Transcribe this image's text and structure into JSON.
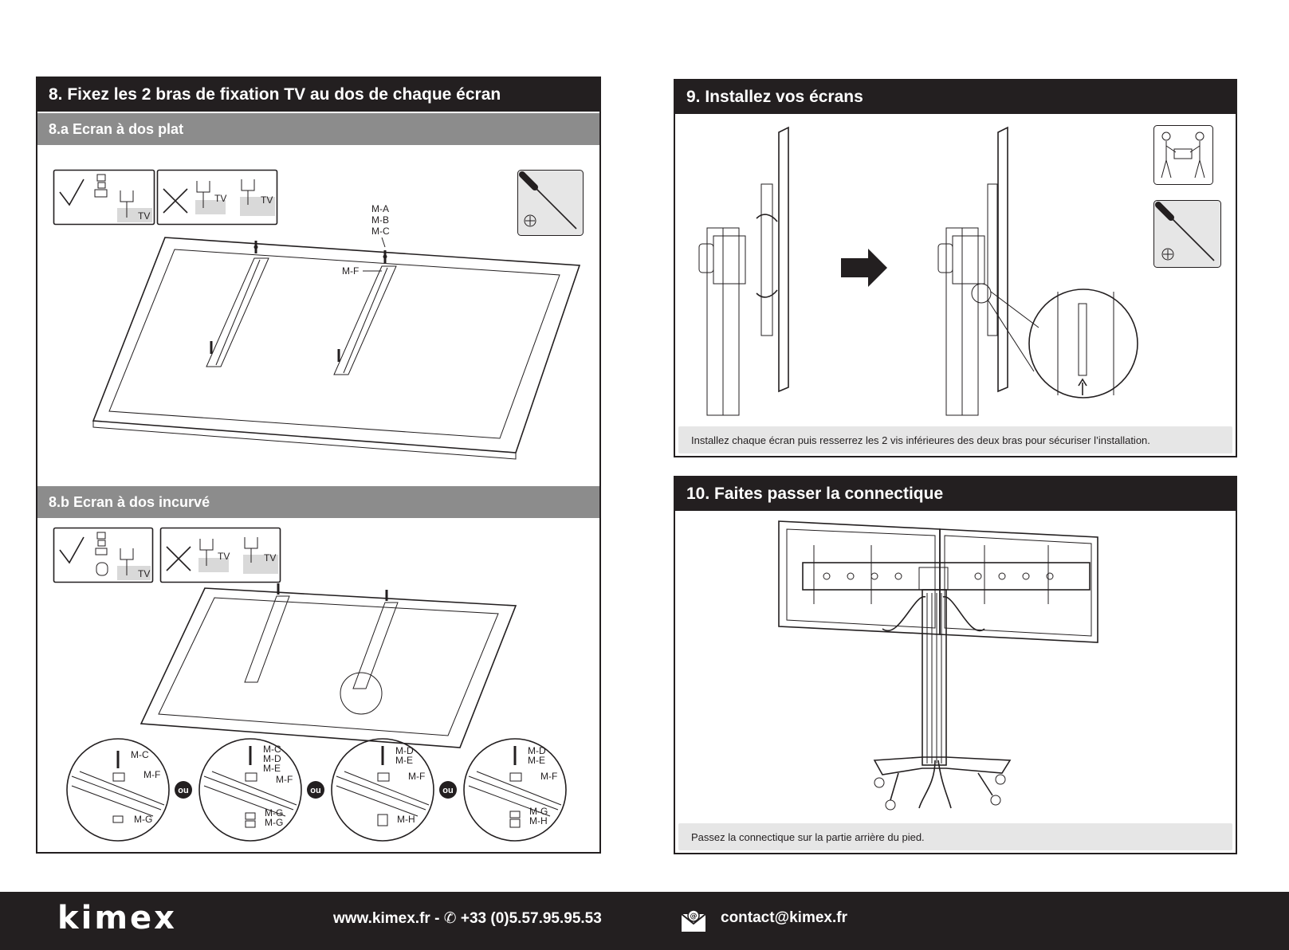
{
  "step8": {
    "title": "8. Fixez les 2 bras de fixation TV au dos de chaque écran",
    "sub_a": "8.a Ecran à dos plat",
    "sub_b": "8.b Ecran à dos incurvé",
    "tv_tag": "TV",
    "labels_top": [
      "M-A",
      "M-B",
      "M-C"
    ],
    "label_mf": "M-F",
    "ou": "ou",
    "details": [
      {
        "top": [
          "M-C"
        ],
        "mid": "M-F",
        "bottom": [
          "M-G"
        ]
      },
      {
        "top": [
          "M-C",
          "M-D",
          "M-E"
        ],
        "mid": "M-F",
        "bottom": [
          "M-G",
          "M-G"
        ]
      },
      {
        "top": [
          "M-D",
          "M-E"
        ],
        "mid": "M-F",
        "bottom": [
          "M-H"
        ]
      },
      {
        "top": [
          "M-D",
          "M-E"
        ],
        "mid": "M-F",
        "bottom": [
          "M-G",
          "M-H"
        ]
      }
    ]
  },
  "step9": {
    "title": "9. Installez vos écrans",
    "caption": "Installez chaque écran puis resserrez les 2 vis inférieures des deux bras pour sécuriser l’installation."
  },
  "step10": {
    "title": "10. Faites passer la connectique",
    "caption": "Passez la connectique sur la partie arrière du pied."
  },
  "footer": {
    "logo": "kimex",
    "web_phone": "www.kimex.fr - ✆ +33 (0)5.57.95.95.53",
    "email": "contact@kimex.fr"
  },
  "colors": {
    "header_bg": "#231f20",
    "subheader_bg": "#8c8c8c",
    "caption_bg": "#e6e6e6",
    "footer_bg": "#231f20"
  }
}
